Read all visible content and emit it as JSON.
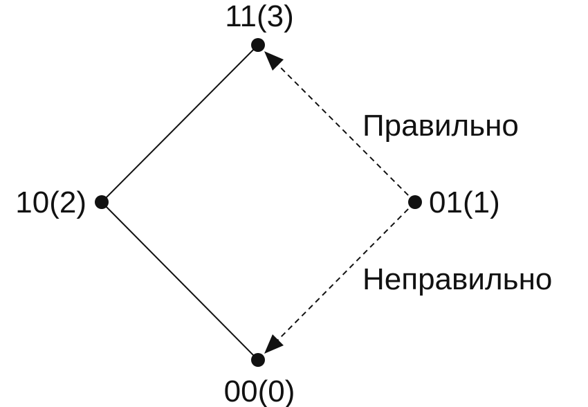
{
  "nodes": {
    "top": {
      "label": "11(3)"
    },
    "left": {
      "label": "10(2)"
    },
    "right": {
      "label": "01(1)"
    },
    "bottom": {
      "label": "00(0)"
    }
  },
  "edges": {
    "correct": {
      "label": "Правильно"
    },
    "incorrect": {
      "label": "Неправильно"
    }
  }
}
